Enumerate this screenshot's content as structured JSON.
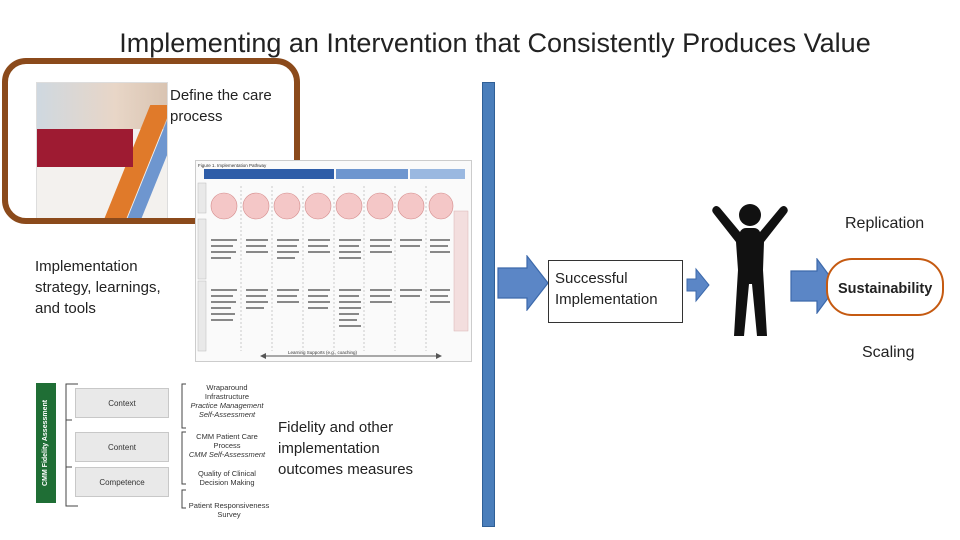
{
  "title": "Implementing an Intervention that Consistently Produces Value",
  "care_process": {
    "line1": "Define the care",
    "line2": "process"
  },
  "strategy": {
    "line1": "Implementation",
    "line2": "strategy, learnings,",
    "line3": "and tools"
  },
  "successful": {
    "line1": "Successful",
    "line2": "Implementation"
  },
  "outcomes": {
    "replication": "Replication",
    "sustainability": "Sustainability",
    "scaling": "Scaling"
  },
  "fidelity_text": {
    "line1": "Fidelity and other",
    "line2": "implementation",
    "line3": "outcomes measures"
  },
  "fidelity_panel": {
    "side_label": "CMM Fidelity Assessment",
    "categories": [
      "Context",
      "Content",
      "Competence"
    ],
    "measures": [
      {
        "title1": "Wraparound",
        "title2": "Infrastructure",
        "sub1": "Practice Management",
        "sub2": "Self-Assessment"
      },
      {
        "title1": "CMM Patient Care",
        "title2": "Process",
        "sub1": "CMM Self-Assessment",
        "sub2": ""
      },
      {
        "title1": "Quality of Clinical",
        "title2": "Decision Making",
        "sub1": "",
        "sub2": ""
      },
      {
        "title1": "Patient Responsiveness",
        "title2": "Survey",
        "sub1": "",
        "sub2": ""
      }
    ]
  },
  "framework": {
    "header": "Figure 1. Implementation Pathway",
    "footer": "Learning Supports (e.g., coaching)"
  },
  "colors": {
    "bar_blue": "#4A7EBB",
    "outcome_orange": "#C55A11",
    "box_brown": "#8B4A1B",
    "arrow_blue": "#5B86C6"
  }
}
